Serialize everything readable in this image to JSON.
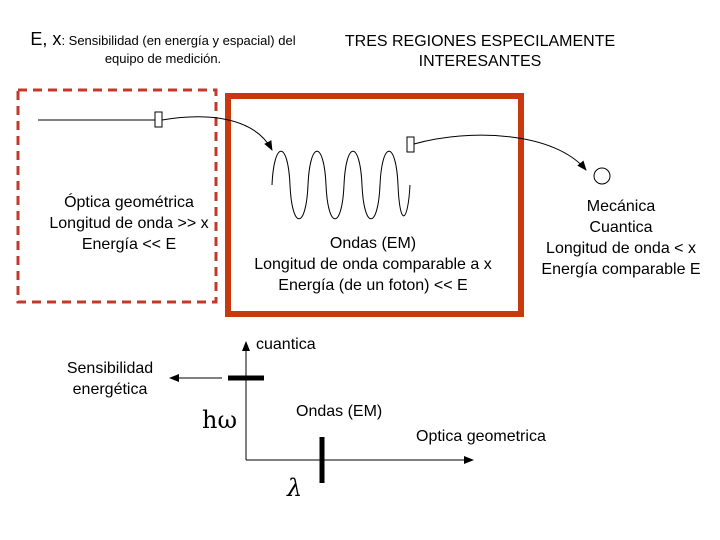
{
  "header": {
    "left_symbol": "E, x",
    "left_rest": ": Sensibilidad (en energía y espacial) del equipo de medición.",
    "right_title": "TRES REGIONES ESPECILAMENTE INTERESANTES"
  },
  "regions": {
    "geometric": [
      "Óptica geométrica",
      "Longitud de onda >> x",
      "Energía << E"
    ],
    "waves": [
      "Ondas (EM)",
      "Longitud de onda comparable a x",
      "Energía (de un foton) << E"
    ],
    "quantum": [
      "Mecánica",
      "Cuantica",
      "Longitud de onda < x",
      "Energía comparable E"
    ]
  },
  "graph": {
    "cuantica": "cuantica",
    "sensibilidad": [
      "Sensibilidad",
      "energética"
    ],
    "ondas": "Ondas (EM)",
    "optica": "Optica geometrica",
    "y_symbol": "hω",
    "x_symbol": "λ"
  },
  "colors": {
    "frame_red": "#C8390E",
    "dashed_red": "#C0392B"
  }
}
